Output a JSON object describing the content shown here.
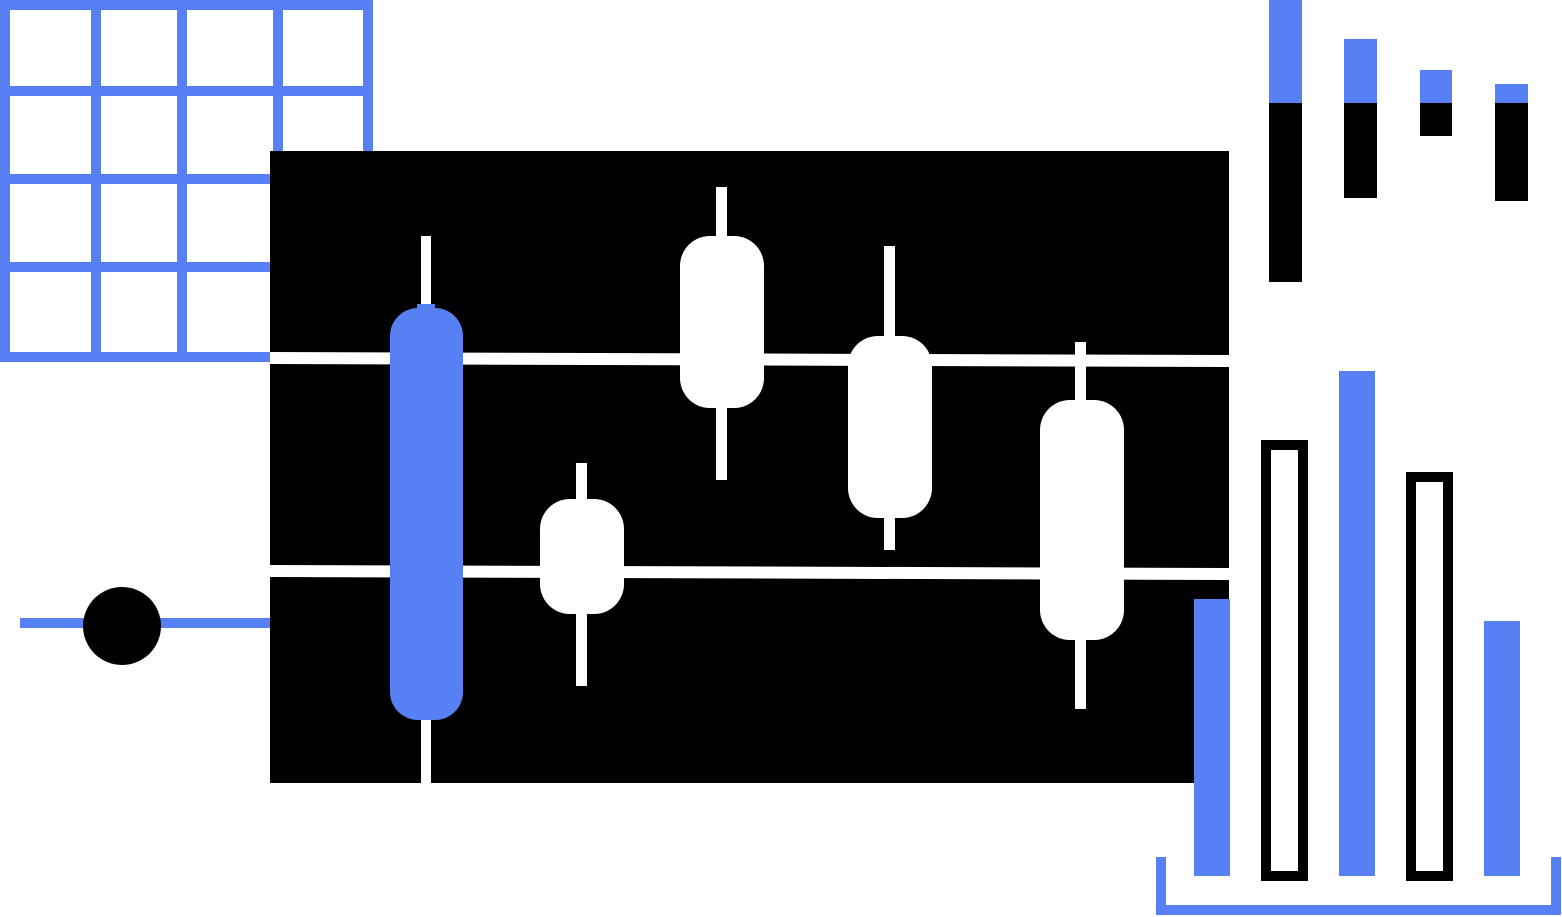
{
  "colors": {
    "accent": "#5880f5",
    "dark": "#000000",
    "light": "#ffffff"
  },
  "illustration": {
    "grid": {
      "rows": 4,
      "cols": 4,
      "icon": "grid-icon"
    },
    "candles": [
      {
        "fill": "accent"
      },
      {
        "fill": "light"
      },
      {
        "fill": "light"
      },
      {
        "fill": "light"
      },
      {
        "fill": "light"
      }
    ],
    "top_bars": [
      {
        "accent_fraction": 0.37
      },
      {
        "accent_fraction": 0.41
      },
      {
        "accent_fraction": 0.51
      },
      {
        "accent_fraction": 0.17
      }
    ],
    "bottom_bars": [
      {
        "style": "solid"
      },
      {
        "style": "outline"
      },
      {
        "style": "solid"
      },
      {
        "style": "outline"
      },
      {
        "style": "solid"
      }
    ],
    "slider": {
      "knob_icon": "circle-icon"
    }
  }
}
